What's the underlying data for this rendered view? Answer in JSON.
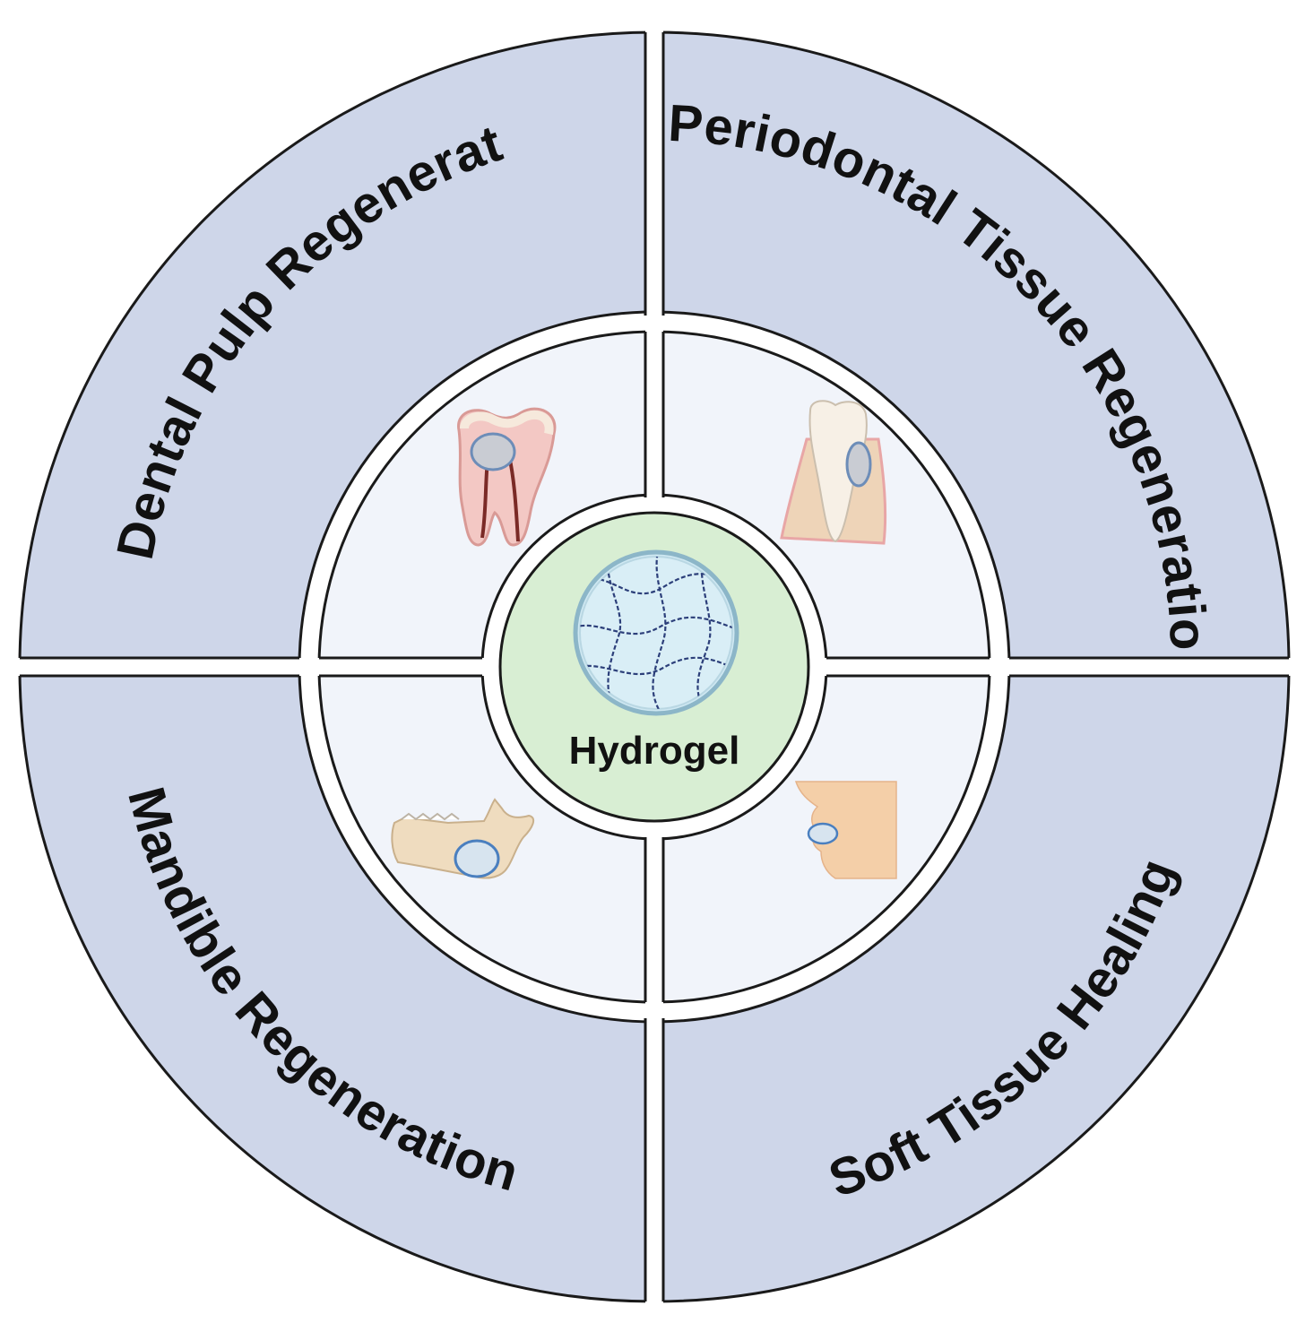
{
  "diagram": {
    "center": {
      "label": "Hydrogel",
      "icon": "hydrogel-network-icon",
      "fill": "#d8eed3"
    },
    "colors": {
      "outer_ring": "#ced6e9",
      "inner_ring": "#f1f4fa",
      "stroke": "#1a1a1a",
      "gap": "#ffffff"
    },
    "quadrants": [
      {
        "id": "dental-pulp",
        "label": "Dental Pulp Regeneration",
        "icon": "tooth-pulp-icon"
      },
      {
        "id": "periodontal",
        "label": "Periodontal Tissue Regeneration",
        "icon": "periodontal-tooth-icon"
      },
      {
        "id": "mandible",
        "label": "Mandible Regeneration",
        "icon": "mandible-bone-icon"
      },
      {
        "id": "soft-tissue",
        "label": "Soft Tissue Healing",
        "icon": "face-mouth-icon"
      }
    ]
  }
}
